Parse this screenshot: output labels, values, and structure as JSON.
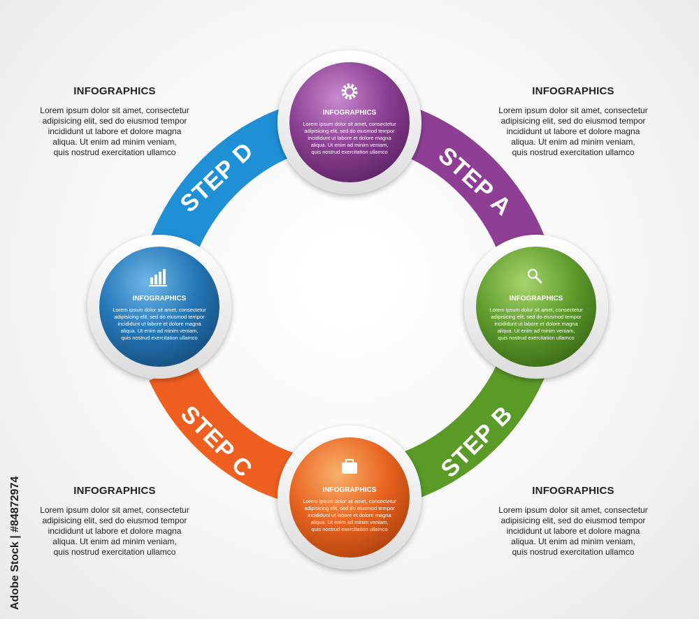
{
  "corners": {
    "top_left": {
      "title": "INFOGRAPHICS",
      "lines": [
        "Lorem ipsum dolor sit amet, consectetur",
        "adipisicing elit, sed do eiusmod tempor",
        "incididunt ut labore et dolore magna",
        "aliqua. Ut enim ad minim veniam,",
        "quis nostrud exercitation ullamco"
      ]
    },
    "top_right": {
      "title": "INFOGRAPHICS",
      "lines": [
        "Lorem ipsum dolor sit amet, consectetur",
        "adipisicing elit, sed do eiusmod tempor",
        "incididunt ut labore et dolore magna",
        "aliqua. Ut enim ad minim veniam,",
        "quis nostrud exercitation ullamco"
      ]
    },
    "bottom_left": {
      "title": "INFOGRAPHICS",
      "lines": [
        "Lorem ipsum dolor sit amet, consectetur",
        "adipisicing elit, sed do eiusmod tempor",
        "incididunt ut labore et dolore magna",
        "aliqua. Ut enim ad minim veniam,",
        "quis nostrud exercitation ullamco"
      ]
    },
    "bottom_right": {
      "title": "INFOGRAPHICS",
      "lines": [
        "Lorem ipsum dolor sit amet, consectetur",
        "adipisicing elit, sed do eiusmod tempor",
        "incididunt ut labore et dolore magna",
        "aliqua. Ut enim ad minim veniam,",
        "quis nostrud exercitation ullamco"
      ]
    }
  },
  "steps": [
    {
      "id": "a",
      "label": "STEP A",
      "color": "#8e3f95"
    },
    {
      "id": "b",
      "label": "STEP B",
      "color": "#5a9a27"
    },
    {
      "id": "c",
      "label": "STEP C",
      "color": "#ef5f1f"
    },
    {
      "id": "d",
      "label": "STEP D",
      "color": "#1f8fd6"
    }
  ],
  "nodes": [
    {
      "id": "top",
      "icon": "gear-icon",
      "color": "#8b3f92",
      "title": "INFOGRAPHICS",
      "lines": [
        "Lorem ipsum dolor sit amet, consectetur",
        "adipisicing elit, sed do eiusmod tempor",
        "incididunt ut labore et dolore magna",
        "aliqua. Ut enim ad minim veniam,",
        "quis nostrud exercitation ullamco"
      ]
    },
    {
      "id": "right",
      "icon": "search-icon",
      "color": "#5f9c2c",
      "title": "INFOGRAPHICS",
      "lines": [
        "Lorem ipsum dolor sit amet, consectetur",
        "adipisicing elit, sed do eiusmod tempor",
        "incididunt ut labore et dolore magna",
        "aliqua. Ut enim ad minim veniam,",
        "quis nostrud exercitation ullamco"
      ]
    },
    {
      "id": "bottom",
      "icon": "briefcase-icon",
      "color": "#e8641f",
      "title": "INFOGRAPHICS",
      "lines": [
        "Lorem ipsum dolor sit amet, consectetur",
        "adipisicing elit, sed do eiusmod tempor",
        "incididunt ut labore et dolore magna",
        "aliqua. Ut enim ad minim veniam,",
        "quis nostrud exercitation ullamco"
      ]
    },
    {
      "id": "left",
      "icon": "bar-chart-icon",
      "color": "#2477b6",
      "title": "INFOGRAPHICS",
      "lines": [
        "Lorem ipsum dolor sit amet, consectetur",
        "adipisicing elit, sed do eiusmod tempor",
        "incididunt ut labore et dolore magna",
        "aliqua. Ut enim ad minim veniam,",
        "quis nostrud exercitation ullamco"
      ]
    }
  ],
  "stock_id": "Adobe Stock | #84872974"
}
